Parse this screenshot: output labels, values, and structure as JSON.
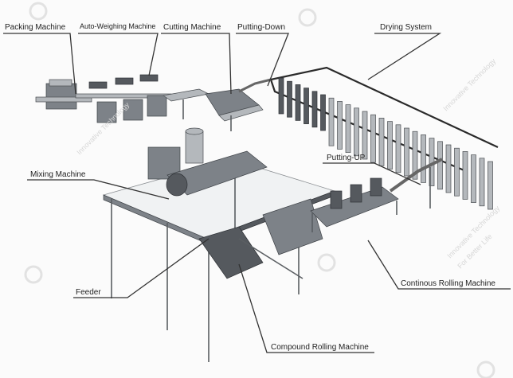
{
  "diagram": {
    "labels": {
      "packing": "Packing Machine",
      "weighing": "Auto-Weighing Machine",
      "cutting": "Cutting Machine",
      "putting_down": "Putting-Down",
      "drying": "Drying System",
      "mixing": "Mixing Machine",
      "putting_up": "Putting-UP",
      "feeder": "Feeder",
      "continuous_rolling": "Continous Rolling Machine",
      "compound_rolling": "Compound Rolling Machine"
    },
    "watermark": {
      "line1": "Innovative Technology",
      "line2": "For Better Life"
    }
  }
}
